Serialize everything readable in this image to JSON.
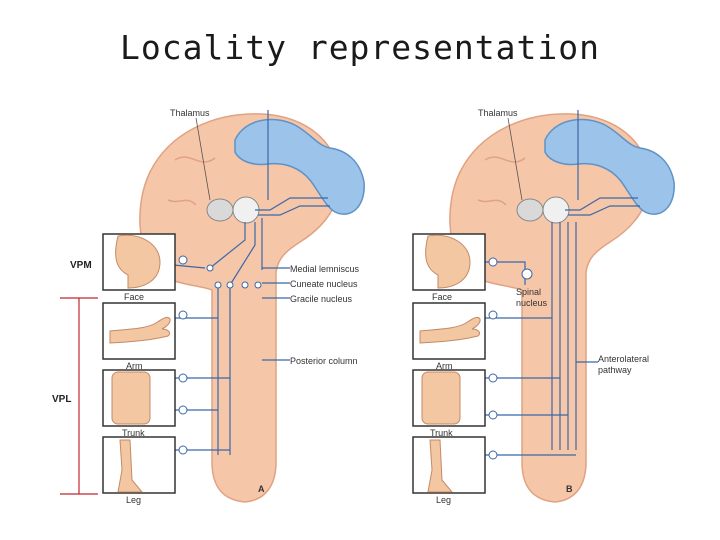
{
  "slide": {
    "title": "Locality representation"
  },
  "panel_a": {
    "thalamus": "Thalamus",
    "panel_letter": "A",
    "labels": {
      "medial_lemniscus": "Medial lemniscus",
      "cuneate": "Cuneate nucleus",
      "gracile": "Gracile nucleus",
      "posterior_column": "Posterior column"
    },
    "regions": {
      "face": "Face",
      "arm": "Arm",
      "trunk": "Trunk",
      "leg": "Leg"
    }
  },
  "panel_b": {
    "thalamus": "Thalamus",
    "panel_letter": "B",
    "labels": {
      "spinal_1": "Spinal",
      "spinal_2": "nucleus",
      "anterolateral_1": "Anterolateral",
      "anterolateral_2": "pathway"
    },
    "regions": {
      "face": "Face",
      "arm": "Arm",
      "trunk": "Trunk",
      "leg": "Leg"
    }
  },
  "side_labels": {
    "vpm": "VPM",
    "vpl": "VPL"
  },
  "colors": {
    "brain": "#f6c6a8",
    "brain_stroke": "#e0a282",
    "cerebellum": "#9cc3ea",
    "cerebellum_stroke": "#5f93c7",
    "pathway": "#3b68a8",
    "skin": "#f2c7a1",
    "bracket": "#c0282d"
  }
}
